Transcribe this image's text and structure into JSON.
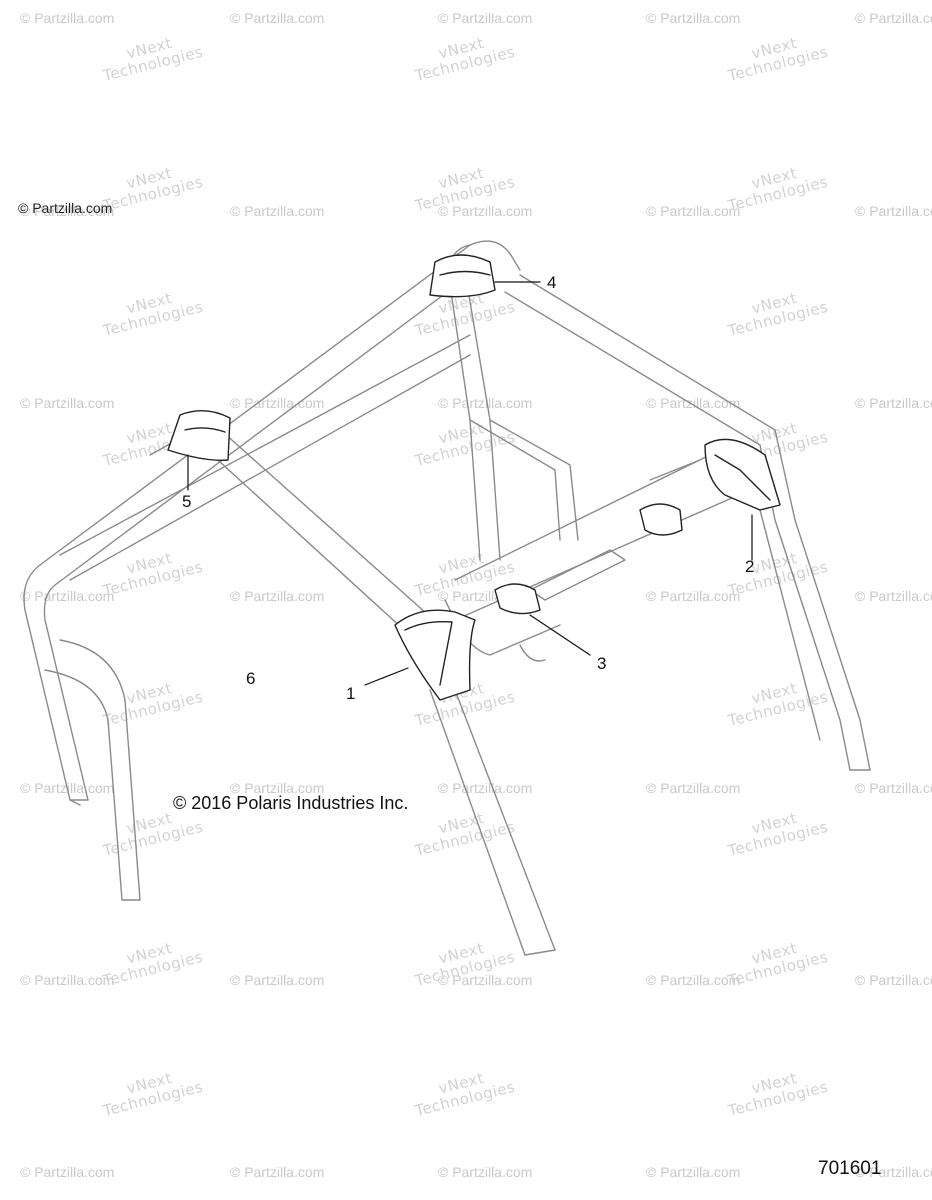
{
  "watermark": {
    "text": "© Partzilla.com",
    "vnext_line1": "vNext",
    "vnext_line2": "Technologies"
  },
  "header_mark": "© Partzilla.com",
  "copyright": "© 2016 Polaris Industries Inc.",
  "diagram_number": "701601",
  "callouts": [
    "1",
    "2",
    "3",
    "4",
    "5",
    "6"
  ],
  "colors": {
    "line": "#777777",
    "part": "#222222",
    "watermark": "#c9c9c9"
  }
}
